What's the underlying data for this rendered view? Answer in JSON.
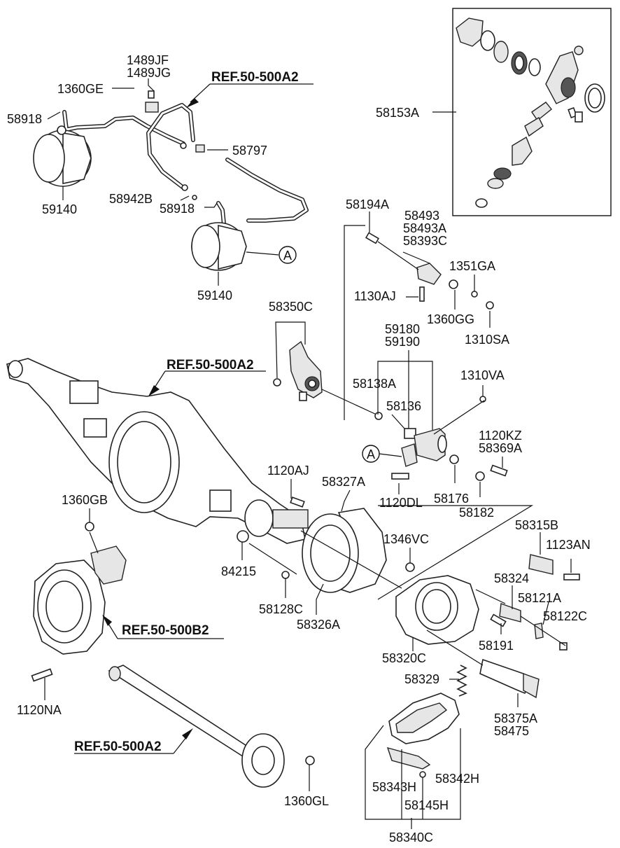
{
  "callout": {
    "letter": "A"
  },
  "refs": {
    "ref_top": "REF.50-500A2",
    "ref_axle": "REF.50-500A2",
    "ref_hub": "REF.50-500B2",
    "ref_shaft": "REF.50-500A2"
  },
  "labels": {
    "p1489JF": "1489JF",
    "p1489JG": "1489JG",
    "p1360GE": "1360GE",
    "p58918_top": "58918",
    "p59140_top": "59140",
    "p58797": "58797",
    "p58942B": "58942B",
    "p58918_mid": "58918",
    "p59140_mid": "59140",
    "p58153A": "58153A",
    "p58194A": "58194A",
    "p58493": "58493",
    "p58493A": "58493A",
    "p58393C": "58393C",
    "p1351GA": "1351GA",
    "p1130AJ": "1130AJ",
    "p1360GG": "1360GG",
    "p1310SA": "1310SA",
    "p58350C": "58350C",
    "p59180": "59180",
    "p59190": "59190",
    "p58138A": "58138A",
    "p1310VA": "1310VA",
    "p58136": "58136",
    "p1120KZ": "1120KZ",
    "p58369A": "58369A",
    "p1120DL": "1120DL",
    "p58176": "58176",
    "p58182": "58182",
    "p1120AJ": "1120AJ",
    "p58327A": "58327A",
    "p1360GB": "1360GB",
    "p1346VC": "1346VC",
    "p58315B": "58315B",
    "p1123AN": "1123AN",
    "p84215": "84215",
    "p58324": "58324",
    "p58121A": "58121A",
    "p58128C": "58128C",
    "p58122C": "58122C",
    "p58326A": "58326A",
    "p58191": "58191",
    "p58320C": "58320C",
    "p1120NA": "1120NA",
    "p58329": "58329",
    "p58375A": "58375A",
    "p58475": "58475",
    "p58343H": "58343H",
    "p58342H": "58342H",
    "p58145H": "58145H",
    "p1360GL": "1360GL",
    "p58340C": "58340C"
  }
}
